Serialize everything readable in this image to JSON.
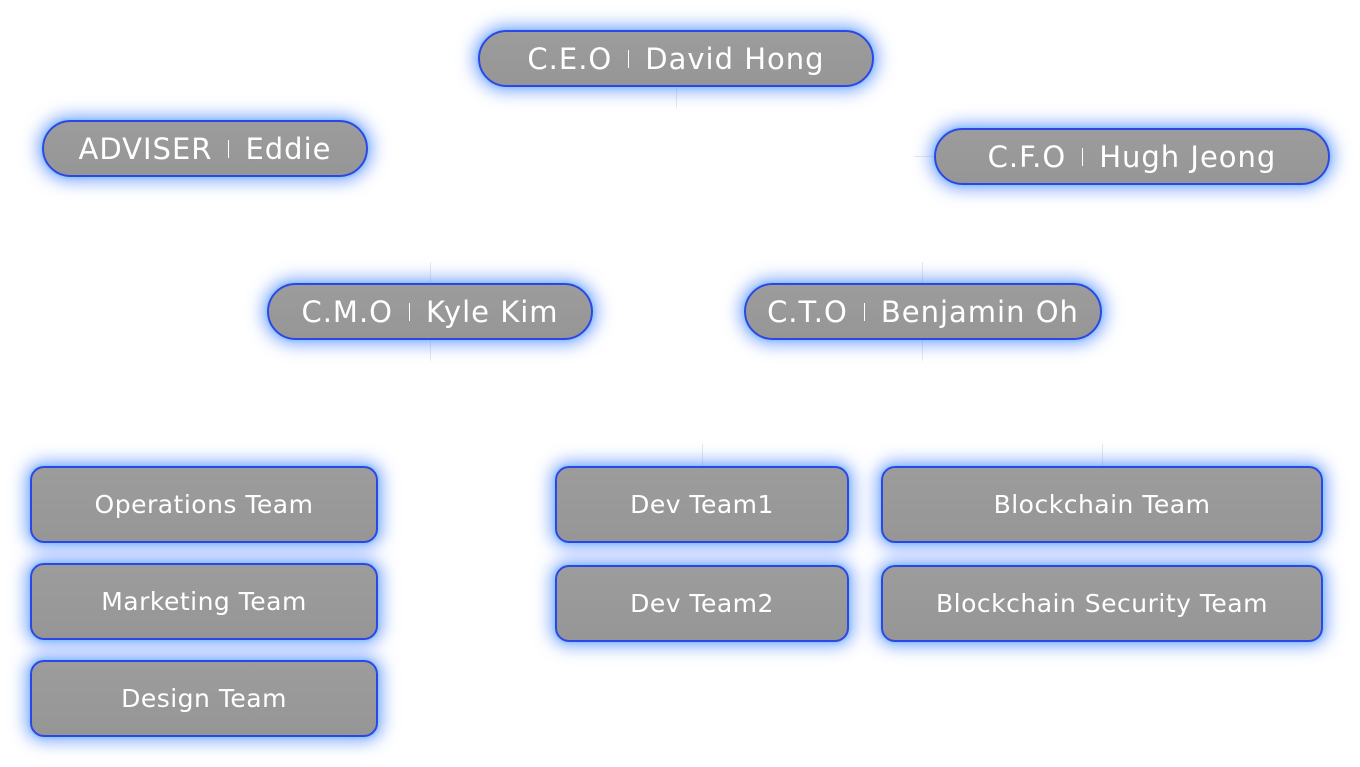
{
  "executives": [
    {
      "id": "ceo",
      "role": "C.E.O",
      "name": "David Hong"
    },
    {
      "id": "adviser",
      "role": "ADVISER",
      "name": "Eddie"
    },
    {
      "id": "cfo",
      "role": "C.F.O",
      "name": "Hugh Jeong"
    },
    {
      "id": "cmo",
      "role": "C.M.O",
      "name": "Kyle Kim"
    },
    {
      "id": "cto",
      "role": "C.T.O",
      "name": "Benjamin Oh"
    }
  ],
  "teams": {
    "cmo": [
      "Operations Team",
      "Marketing Team",
      "Design Team"
    ],
    "cto_dev": [
      "Dev Team1",
      "Dev Team2"
    ],
    "cto_blockchain": [
      "Blockchain Team",
      "Blockchain Security Team"
    ]
  },
  "colors": {
    "box_fill": "#999999",
    "box_border": "#2f45e6",
    "glow": "#4fc3ff",
    "text": "#ffffff",
    "connector": "#e9e9e9"
  }
}
